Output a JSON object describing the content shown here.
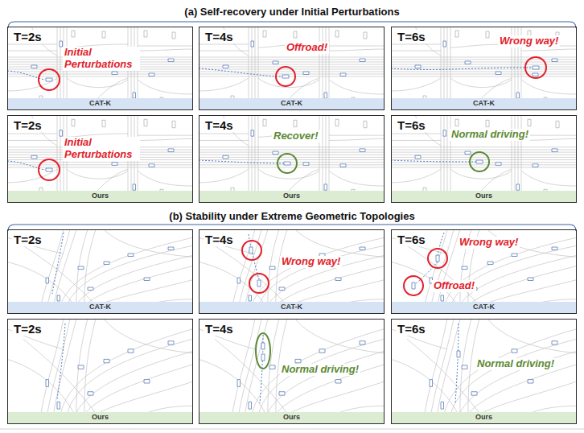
{
  "diagram": {
    "nodes": [
      {
        "text": [
          "T=2s",
          "Initial Perturbations",
          "CAT-K"
        ]
      },
      {
        "text": [
          "T=4s",
          "Offroad!",
          "CAT-K"
        ]
      },
      {
        "text": [
          "T=6s",
          "Wrong way!",
          "CAT-K"
        ]
      },
      {
        "text": [
          "T=2s",
          "Initial Perturbations",
          "Ours"
        ]
      },
      {
        "text": [
          "T=4s",
          "Recover!",
          "Ours"
        ]
      },
      {
        "text": [
          "T=6s",
          "Normal driving!",
          "Ours"
        ]
      },
      {
        "text": [
          "T=2s",
          "CAT-K"
        ]
      },
      {
        "text": [
          "T=4s",
          "Wrong way!",
          "CAT-K"
        ]
      },
      {
        "text": [
          "T=6s",
          "Wrong way!",
          "Offroad!",
          "CAT-K"
        ]
      },
      {
        "text": [
          "T=2s",
          "Ours"
        ]
      },
      {
        "text": [
          "T=4s",
          "Normal driving!",
          "Ours"
        ]
      },
      {
        "text": [
          "T=6s",
          "Normal driving!",
          "Ours"
        ]
      }
    ],
    "labels": [
      "(a) Self-recovery under Initial Perturbations",
      "(b) Stability under Extreme Geometric Topologies"
    ]
  }
}
